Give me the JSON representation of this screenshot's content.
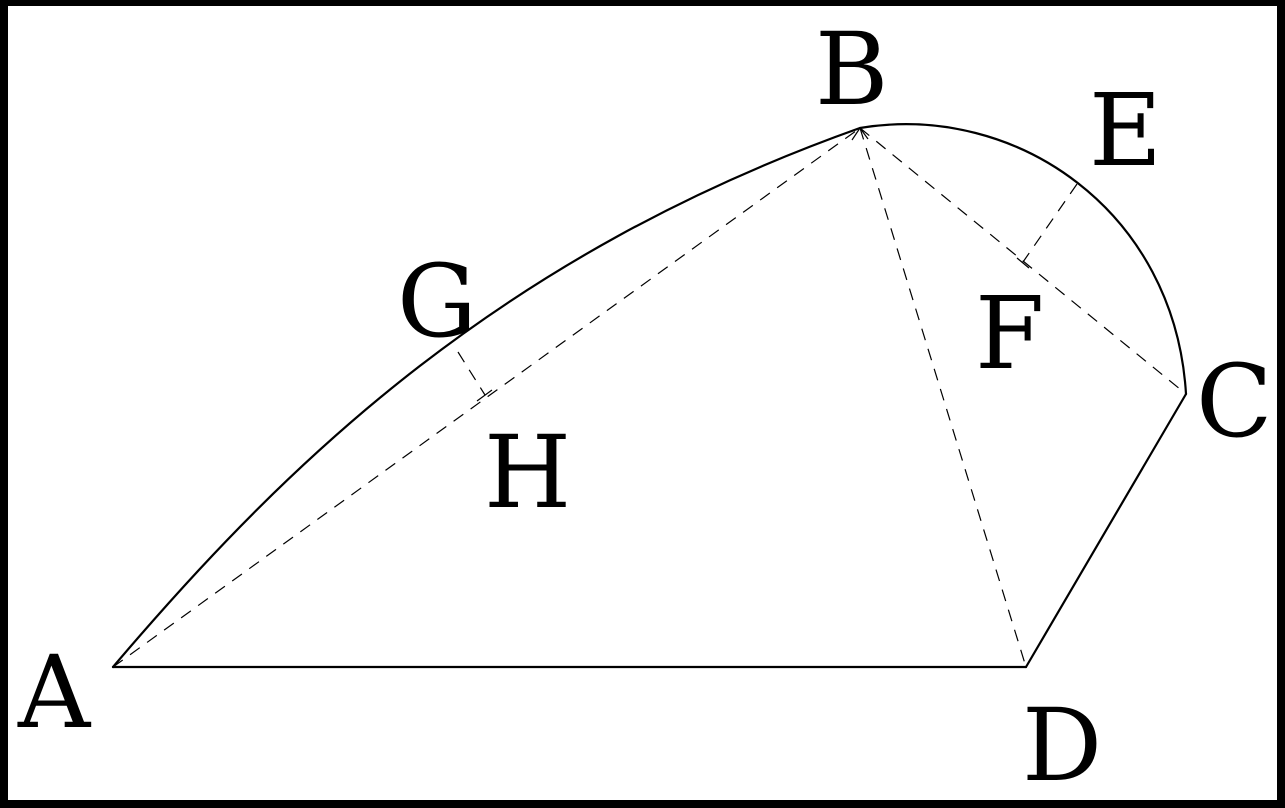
{
  "figure": {
    "background_color": "#ffffff",
    "frame_color": "#000000",
    "stroke_color": "#000000",
    "points": {
      "A": "A",
      "B": "B",
      "C": "C",
      "D": "D",
      "E": "E",
      "F": "F",
      "G": "G",
      "H": "H"
    },
    "solid_segments": [
      "AD",
      "DC"
    ],
    "arcs": [
      "AB",
      "BC"
    ],
    "dashed_segments": [
      "AB",
      "BC",
      "BD",
      "GH",
      "EF"
    ],
    "perpendicular_marks": [
      "H",
      "F"
    ]
  }
}
